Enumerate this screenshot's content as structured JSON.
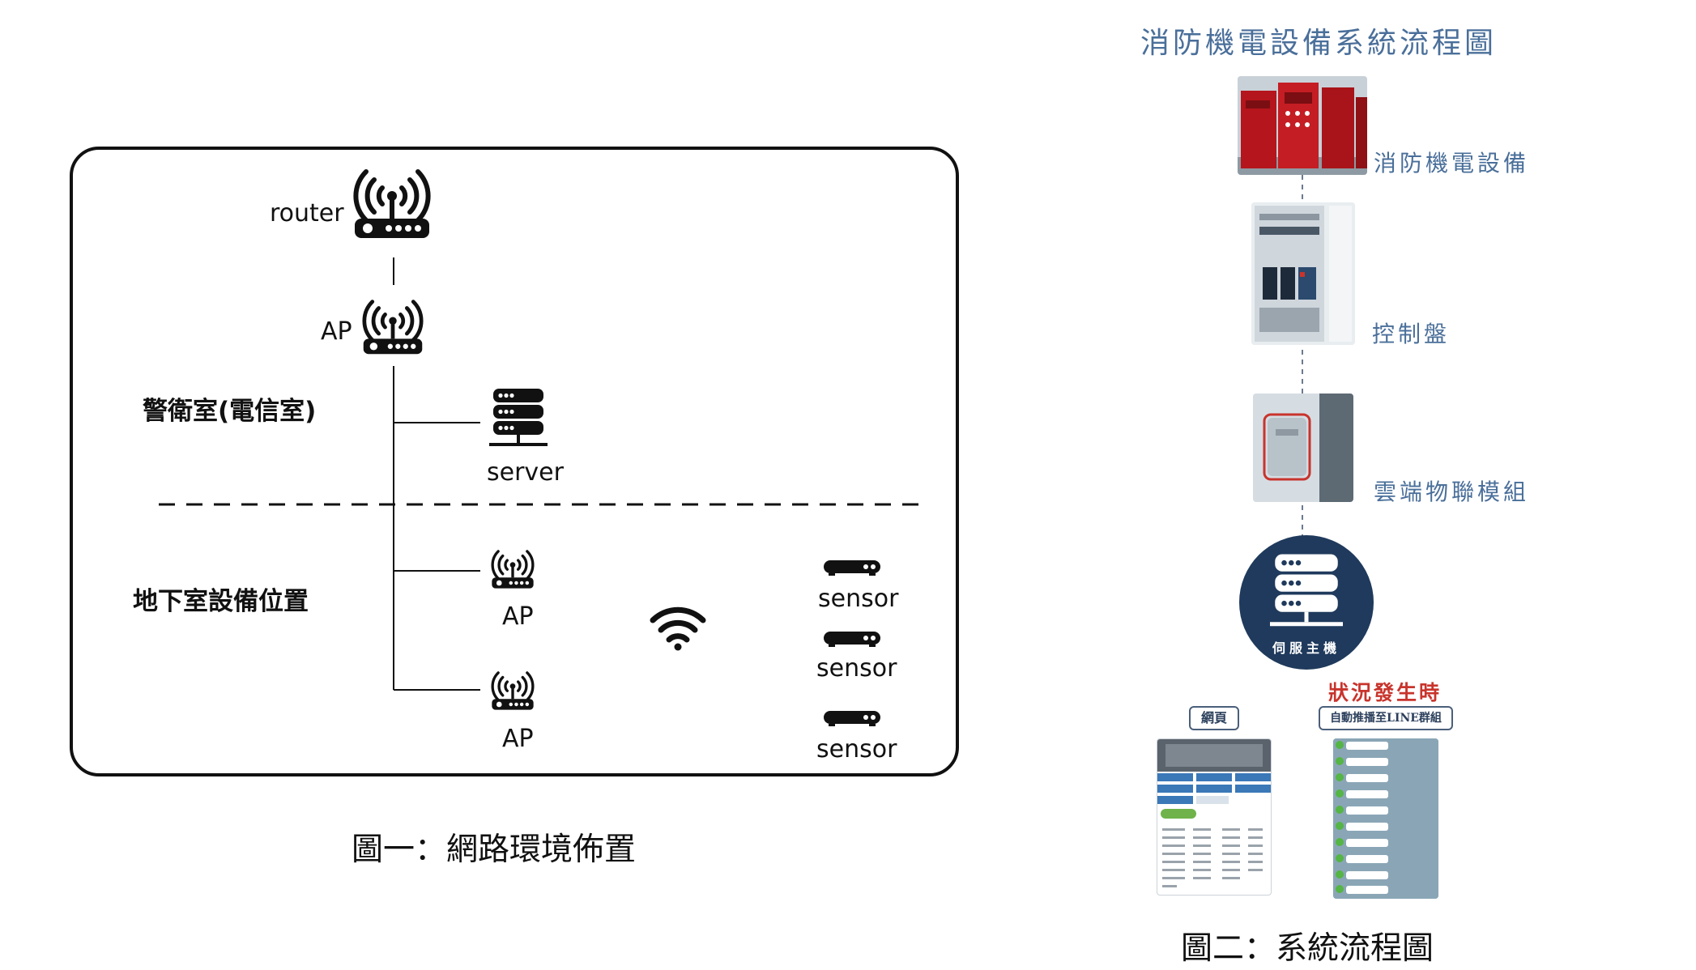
{
  "figure1": {
    "zones": {
      "guard_room": "警衛室(電信室)",
      "basement": "地下室設備位置"
    },
    "devices": {
      "router": "router",
      "ap_top": "AP",
      "server": "server",
      "ap_mid": "AP",
      "ap_bottom": "AP",
      "sensor_1": "sensor",
      "sensor_2": "sensor",
      "sensor_3": "sensor"
    },
    "caption": "圖一：網路環境佈置"
  },
  "figure2": {
    "title": "消防機電設備系統流程圖",
    "steps": {
      "fire_equipment": "消防機電設備",
      "control_panel": "控制盤",
      "iot_module": "雲端物聯模組",
      "server_host": "伺服主機"
    },
    "web_tag": "網頁",
    "alert": "狀況發生時",
    "line_tag": "自動推播至LINE群組",
    "caption": "圖二：系統流程圖"
  },
  "colors": {
    "line": "#111111",
    "fig2_text": "#4a6f9a",
    "server_bg": "#1f3a5c",
    "alert": "#c8342c"
  }
}
